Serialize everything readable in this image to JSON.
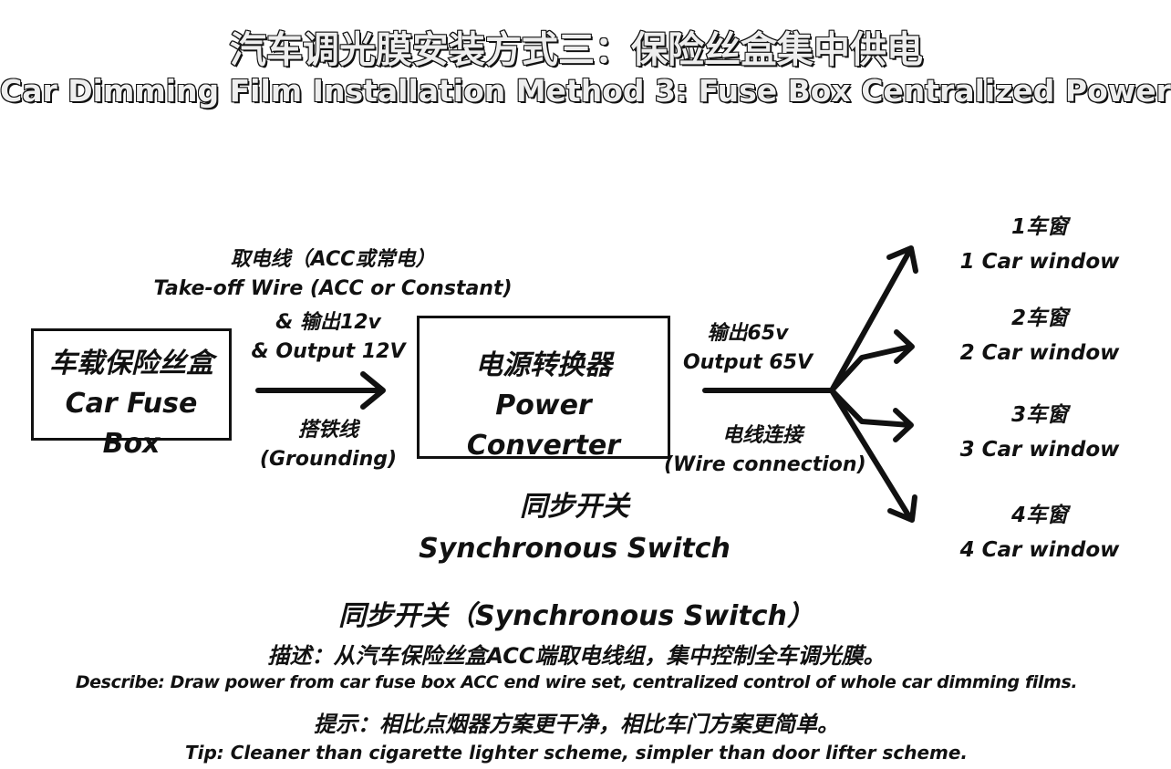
{
  "header": {
    "title_cn": "汽车调光膜安装方式三：保险丝盒集中供电",
    "title_en": "Car Dimming Film Installation Method 3: Fuse Box Centralized Power"
  },
  "fuse_box": {
    "label_cn": "车载保险丝盒",
    "label_en": "Car Fuse Box"
  },
  "wire_in": {
    "top_cn": "取电线（ACC或常电）",
    "top_en": "Take-off Wire (ACC or Constant)",
    "output_cn": "& 输出12v",
    "output_en": "& Output 12V",
    "ground_cn": "搭铁线",
    "ground_en": "(Grounding)"
  },
  "converter": {
    "label_cn": "电源转换器",
    "label_en": "Power Converter"
  },
  "wire_out": {
    "output_cn": "输出65v",
    "output_en": "Output 65V",
    "conn_cn": "电线连接",
    "conn_en": "(Wire connection)"
  },
  "switch": {
    "label_cn": "同步开关",
    "label_en": "Synchronous Switch"
  },
  "windows": [
    {
      "cn": "1车窗",
      "en": "1 Car window"
    },
    {
      "cn": "2车窗",
      "en": "2 Car window"
    },
    {
      "cn": "3车窗",
      "en": "3 Car window"
    },
    {
      "cn": "4车窗",
      "en": "4 Car window"
    }
  ],
  "footer": {
    "heading": "同步开关（Synchronous Switch）",
    "describe_cn": "描述：从汽车保险丝盒ACC端取电线组，集中控制全车调光膜。",
    "describe_en": "Describe: Draw power from car fuse box ACC end wire set, centralized control of whole car dimming films.",
    "tip_cn": "提示：相比点烟器方案更干净，相比车门方案更简单。",
    "tip_en": "Tip: Cleaner than cigarette lighter scheme, simpler than door lifter scheme."
  }
}
